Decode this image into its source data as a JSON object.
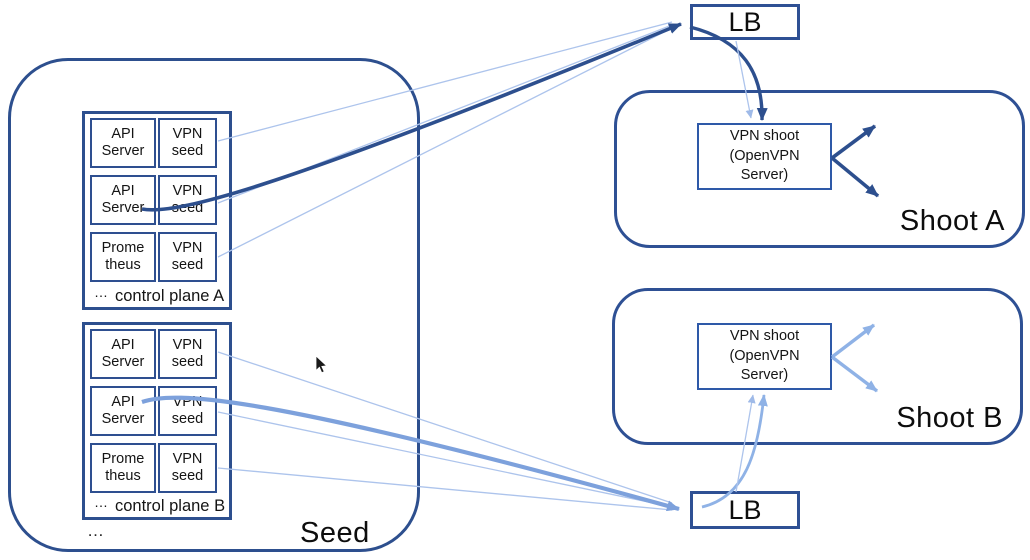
{
  "colors": {
    "dark_blue": "#2d4f8e",
    "light_blue": "#adc4ec",
    "medium_blue": "#7da1dc",
    "soft_blue": "#8fb2e6",
    "text": "#141414"
  },
  "seed": {
    "label": "Seed",
    "more_indicator": "…",
    "control_planes": [
      {
        "label": "control plane A",
        "more_indicator": "…",
        "cells": [
          {
            "left": "API\nServer",
            "right": "VPN\nseed"
          },
          {
            "left": "API\nServer",
            "right": "VPN\nseed"
          },
          {
            "left": "Prome\ntheus",
            "right": "VPN\nseed"
          }
        ]
      },
      {
        "label": "control plane B",
        "more_indicator": "…",
        "cells": [
          {
            "left": "API\nServer",
            "right": "VPN\nseed"
          },
          {
            "left": "API\nServer",
            "right": "VPN\nseed"
          },
          {
            "left": "Prome\ntheus",
            "right": "VPN\nseed"
          }
        ]
      }
    ]
  },
  "load_balancers": {
    "top": {
      "label": "LB"
    },
    "bottom": {
      "label": "LB"
    }
  },
  "shoots": [
    {
      "label": "Shoot A",
      "vpn_box": "VPN shoot\n(OpenVPN\nServer)"
    },
    {
      "label": "Shoot B",
      "vpn_box": "VPN shoot\n(OpenVPN\nServer)"
    }
  ]
}
